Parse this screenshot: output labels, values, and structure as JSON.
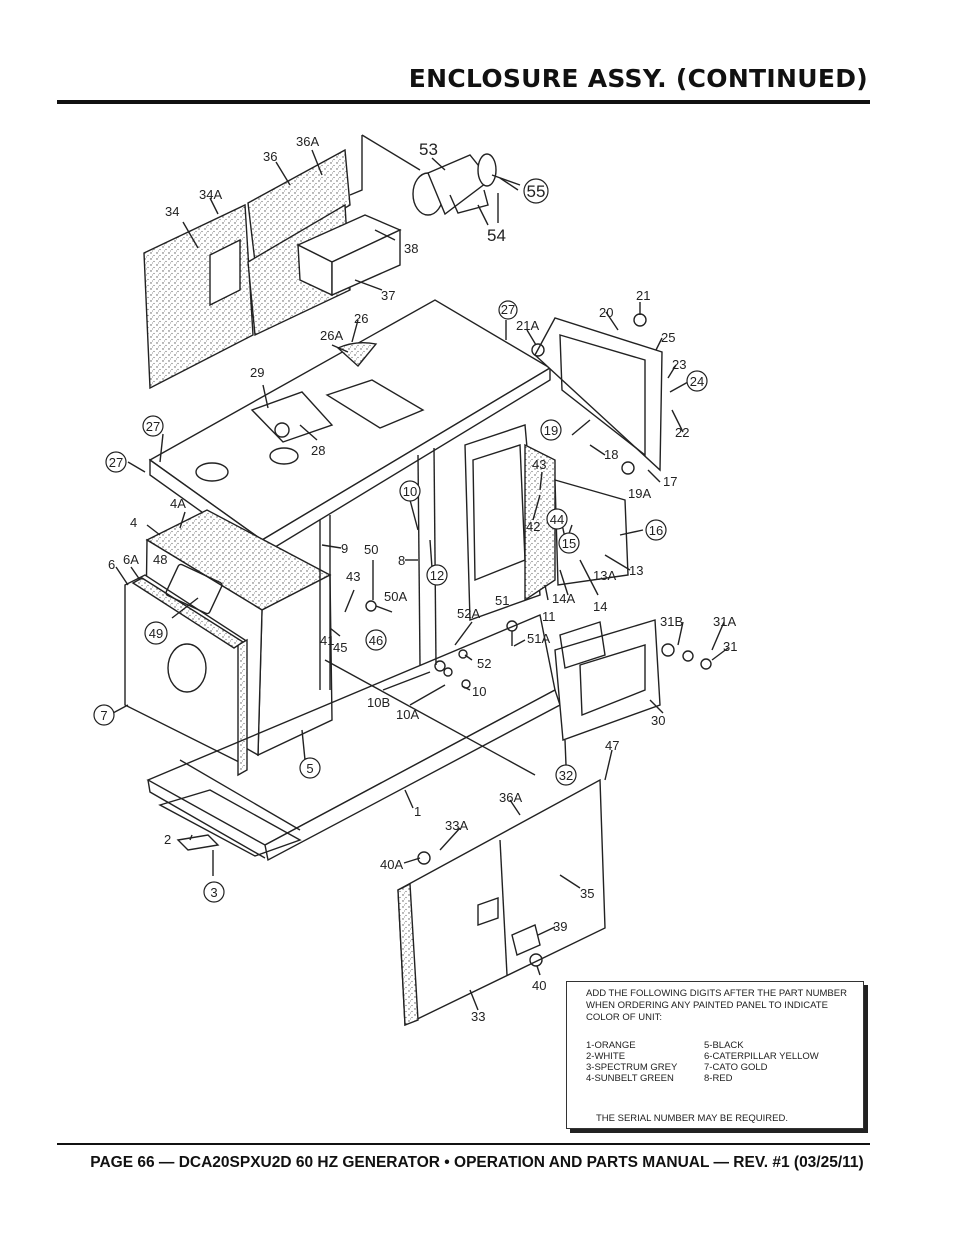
{
  "page": {
    "title": "ENCLOSURE ASSY. (CONTINUED)",
    "footer": "PAGE 66 — DCA20SPXU2D 60 HZ GENERATOR • OPERATION AND PARTS MANUAL — REV. #1 (03/25/11)"
  },
  "callouts": {
    "c1": "1",
    "c2": "2",
    "c3": "3",
    "c4": "4",
    "c4A": "4A",
    "c5": "5",
    "c6": "6",
    "c6A": "6A",
    "c7": "7",
    "c8": "8",
    "c9": "9",
    "c10": "10",
    "c10_top": "10",
    "c10A": "10A",
    "c10B": "10B",
    "c11": "11",
    "c12": "12",
    "c13": "13",
    "c13A": "13A",
    "c14": "14",
    "c14A": "14A",
    "c15": "15",
    "c16": "16",
    "c17": "17",
    "c18": "18",
    "c19": "19",
    "c19A": "19A",
    "c20": "20",
    "c21": "21",
    "c21A": "21A",
    "c22": "22",
    "c23": "23",
    "c24": "24",
    "c25": "25",
    "c26": "26",
    "c26A": "26A",
    "c27a": "27",
    "c27b": "27",
    "c27c": "27",
    "c28": "28",
    "c29": "29",
    "c30": "30",
    "c31": "31",
    "c31A": "31A",
    "c31B": "31B",
    "c32": "32",
    "c33": "33",
    "c33A": "33A",
    "c34": "34",
    "c34A": "34A",
    "c35": "35",
    "c36": "36",
    "c36A_top": "36A",
    "c36A_bot": "36A",
    "c37": "37",
    "c38": "38",
    "c39": "39",
    "c40": "40",
    "c40A": "40A",
    "c41": "41",
    "c42": "42",
    "c43a": "43",
    "c43b": "43",
    "c44": "44",
    "c45": "45",
    "c46": "46",
    "c47": "47",
    "c48": "48",
    "c49": "49",
    "c50": "50",
    "c50A": "50A",
    "c51": "51",
    "c51A": "51A",
    "c52": "52",
    "c52A": "52A",
    "c53": "53",
    "c54": "54",
    "c55": "55"
  },
  "color_note": {
    "heading": "ADD THE FOLLOWING DIGITS AFTER THE PART NUMBER WHEN ORDERING ANY PAINTED PANEL TO INDICATE COLOR OF UNIT:",
    "col1": [
      "1-ORANGE",
      "2-WHITE",
      "3-SPECTRUM GREY",
      "4-SUNBELT GREEN"
    ],
    "col2": [
      "5-BLACK",
      "6-CATERPILLAR YELLOW",
      "7-CATO GOLD",
      "8-RED"
    ],
    "serial": "THE SERIAL NUMBER MAY BE REQUIRED."
  }
}
